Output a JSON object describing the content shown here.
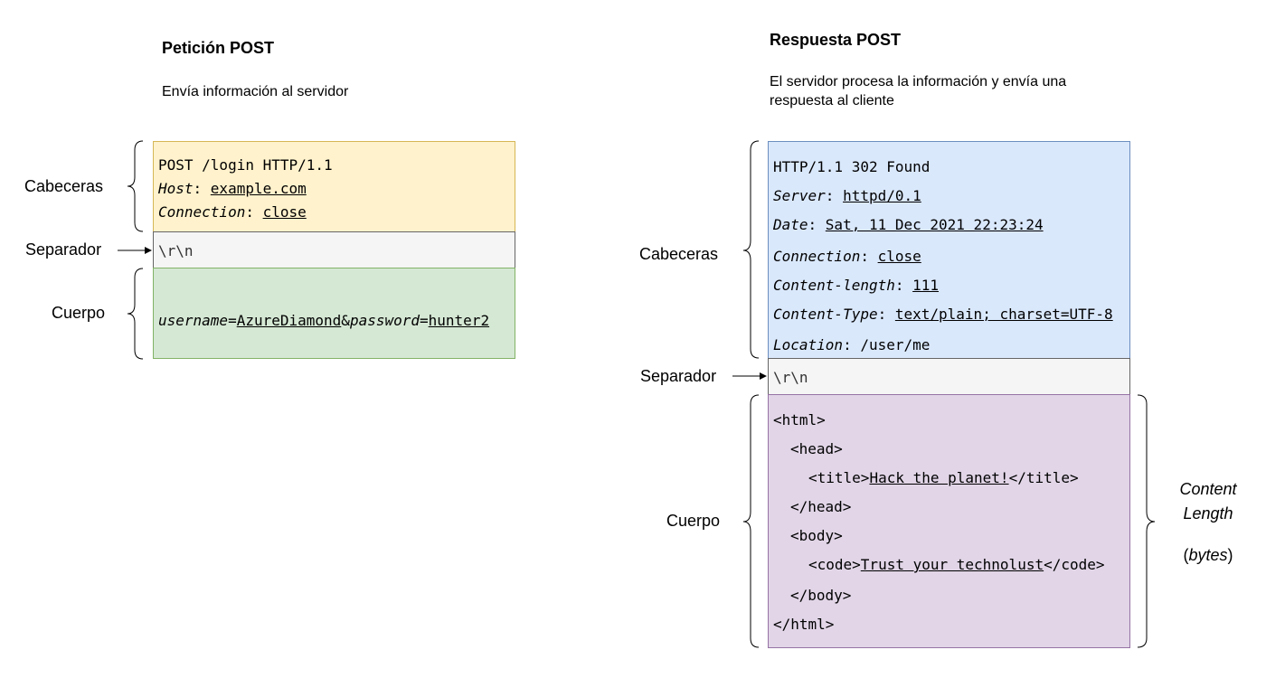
{
  "request": {
    "title": "Petición POST",
    "description": "Envía información al servidor",
    "labels": {
      "headers": "Cabeceras",
      "separator": "Separador",
      "body": "Cuerpo"
    },
    "headers_box": {
      "color": "#fff2cc",
      "request_line": "POST /login HTTP/1.1",
      "headers": [
        {
          "key": "Host",
          "value": "example.com"
        },
        {
          "key": "Connection",
          "value": "close"
        }
      ]
    },
    "separator_box": {
      "color": "#f5f5f5",
      "text": "\\r\\n"
    },
    "body_box": {
      "color": "#d5e8d4",
      "param1_key": "username",
      "param1_value": "AzureDiamond",
      "param2_key": "password",
      "param2_value": "hunter2"
    }
  },
  "response": {
    "title": "Respuesta POST",
    "description_line1": "El servidor procesa la información y envía una",
    "description_line2": "respuesta al cliente",
    "labels": {
      "headers": "Cabeceras",
      "separator": "Separador",
      "body": "Cuerpo"
    },
    "headers_box": {
      "color": "#dae8fc",
      "status_line": "HTTP/1.1 302 Found",
      "headers": [
        {
          "key": "Server",
          "value": "httpd/0.1"
        },
        {
          "key": "Date",
          "value": "Sat, 11 Dec 2021 22:23:24"
        },
        {
          "key": "Connection",
          "value": "close"
        },
        {
          "key": "Content-length",
          "value": "111"
        },
        {
          "key": "Content-Type",
          "value": "text/plain; charset=UTF-8"
        },
        {
          "key": "Location",
          "value": "/user/me"
        }
      ]
    },
    "separator_box": {
      "color": "#f5f5f5",
      "text": "\\r\\n"
    },
    "body_box": {
      "color": "#e1d5e7",
      "html_open": "<html>",
      "head_open": "<head>",
      "title_open": "<title>",
      "title_text": "Hack the planet!",
      "title_close": "</title>",
      "head_close": "</head>",
      "body_open": "<body>",
      "code_open": "<code>",
      "code_text": "Trust your technolust",
      "code_close": "</code>",
      "body_close": "</body>",
      "html_close": "</html>"
    },
    "content_length_label": {
      "line1": "Content",
      "line2": "Length",
      "line3_open": "(",
      "line3_word": "bytes",
      "line3_close": ")"
    }
  }
}
